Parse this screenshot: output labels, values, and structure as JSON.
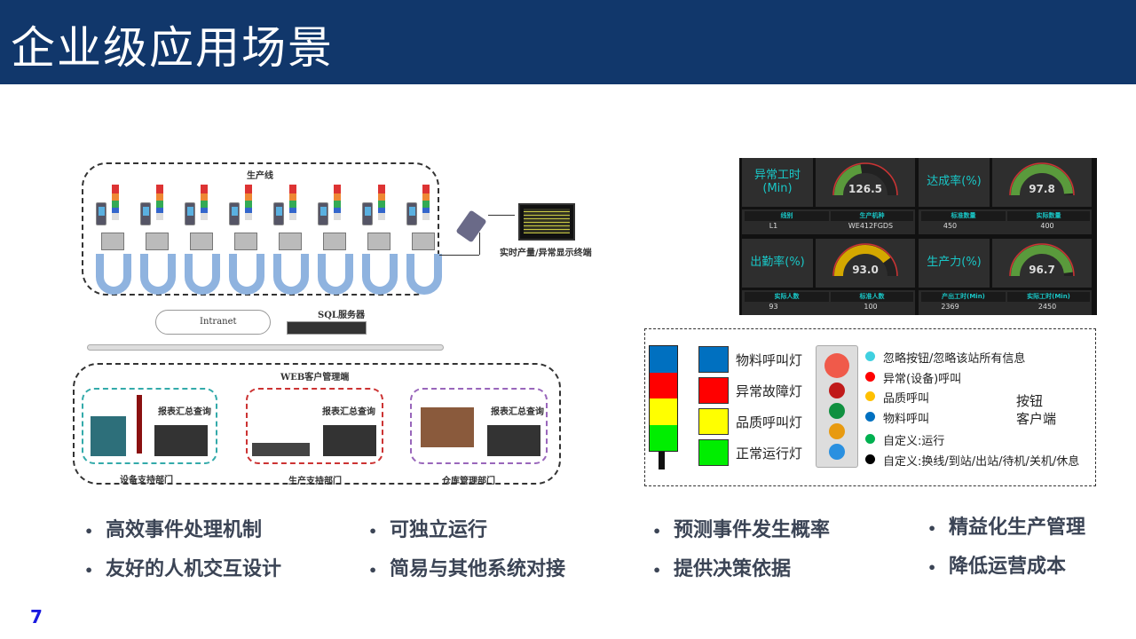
{
  "header": {
    "title": "企业级应用场景"
  },
  "page_number": "7",
  "bullets": [
    [
      "高效事件处理机制",
      "友好的人机交互设计"
    ],
    [
      "可独立运行",
      "简易与其他系统对接"
    ],
    [
      "预测事件发生概率",
      "提供决策依据"
    ],
    [
      "精益化生产管理",
      "降低运营成本"
    ]
  ],
  "bullet_symbol": "•",
  "diagram": {
    "production_line": "生产线",
    "terminal": "实时产量/异常显示终端",
    "intranet": "Intranet",
    "sql_server": "SQL服务器",
    "web_client": "WEB客户管理端",
    "report": "报表汇总查询",
    "departments": [
      "设备支持部门",
      "生产支持部门",
      "仓库管理部门"
    ]
  },
  "dashboard": {
    "gauges": [
      {
        "label": "异常工时(Min)",
        "value": "126.5",
        "fill": 0.45,
        "color": "#5a9a3c"
      },
      {
        "label": "达成率(%)",
        "value": "97.8",
        "fill": 0.98,
        "color": "#5a9a3c"
      },
      {
        "label": "出勤率(%)",
        "value": "93.0",
        "fill": 0.8,
        "color": "#d4a800"
      },
      {
        "label": "生产力(%)",
        "value": "96.7",
        "fill": 0.96,
        "color": "#5a9a3c"
      }
    ],
    "tables": [
      {
        "headers": [
          "线别",
          "生产机种"
        ],
        "values": [
          "L1",
          "WE412FGDS"
        ]
      },
      {
        "headers": [
          "标准数量",
          "实际数量"
        ],
        "values": [
          "450",
          "400"
        ]
      },
      {
        "headers": [
          "实际人数",
          "标准人数"
        ],
        "values": [
          "93",
          "100"
        ]
      },
      {
        "headers": [
          "产出工时(Min)",
          "实际工时(Min)"
        ],
        "values": [
          "2369",
          "2450"
        ]
      }
    ]
  },
  "lights": [
    {
      "label": "物料呼叫灯",
      "color": "#0070c0"
    },
    {
      "label": "异常故障灯",
      "color": "#ff0000"
    },
    {
      "label": "品质呼叫灯",
      "color": "#ffff00"
    },
    {
      "label": "正常运行灯",
      "color": "#00ee00"
    }
  ],
  "buttons": [
    {
      "label": "忽略按钮/忽略该站所有信息",
      "color": "#40d0e0"
    },
    {
      "label": "异常(设备)呼叫",
      "color": "#ff0000"
    },
    {
      "label": "品质呼叫",
      "color": "#ffc000"
    },
    {
      "label": "物料呼叫",
      "color": "#0070c0"
    },
    {
      "label": "自定义:运行",
      "color": "#00b050"
    },
    {
      "label": "自定义:换线/到站/出站/待机/关机/休息",
      "color": "#000000"
    }
  ],
  "button_client": [
    "按钮",
    "客户端"
  ]
}
